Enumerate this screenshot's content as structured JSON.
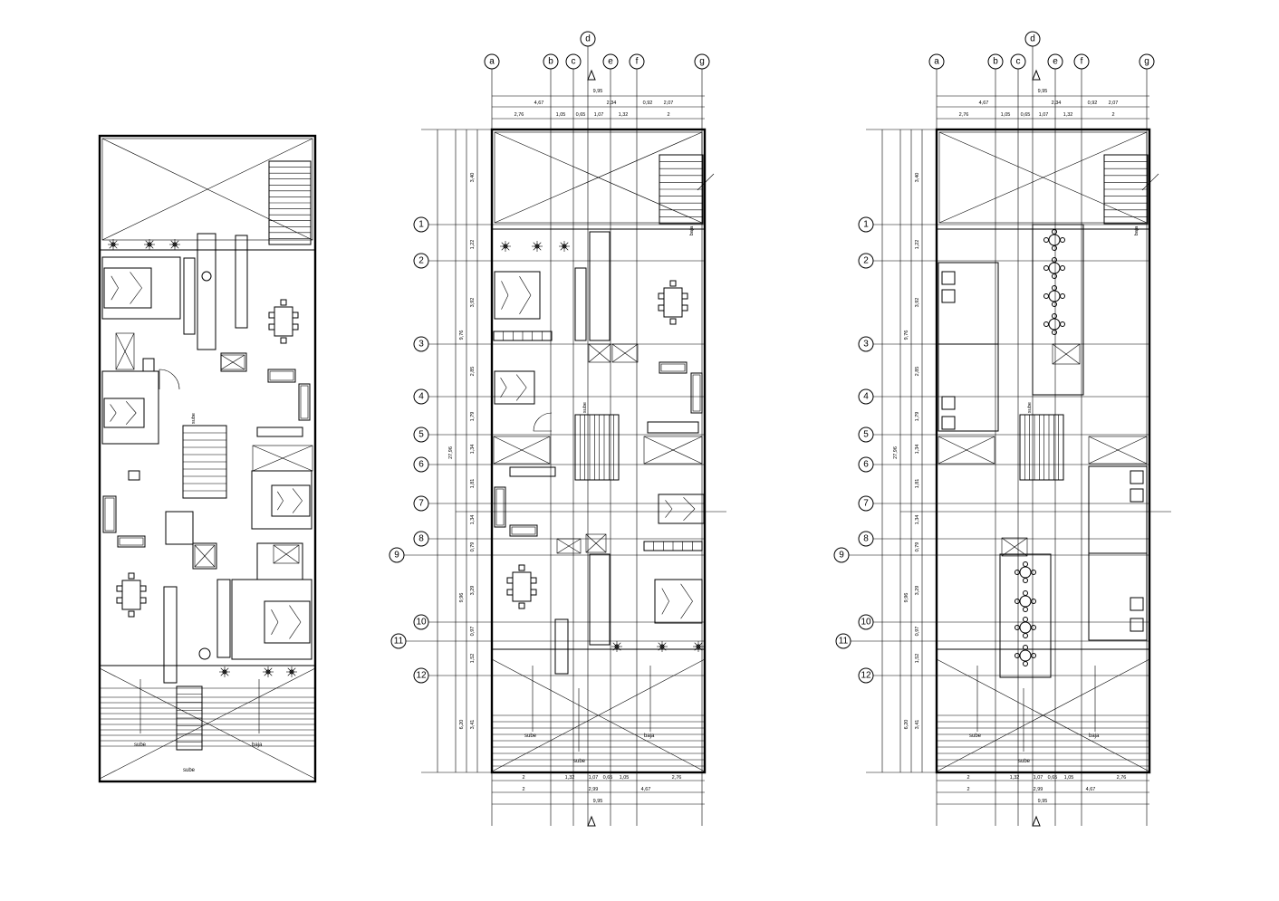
{
  "plans": [
    {
      "id": "plan-1",
      "labels": {
        "stair_up": "sube",
        "stair_up_2": "sube",
        "stair_down": "baja",
        "stair_up_3": "sube"
      }
    },
    {
      "id": "plan-2",
      "labels": {
        "stair_up": "sube",
        "stair_up_2": "sube",
        "stair_down": "baja",
        "stair_mid": "sube",
        "stair_top": "baja"
      }
    },
    {
      "id": "plan-3",
      "labels": {
        "stair_up": "sube",
        "stair_up_2": "sube",
        "stair_down": "baja",
        "stair_mid": "sube",
        "stair_top": "baja"
      }
    }
  ],
  "axes": {
    "columns": [
      "a",
      "b",
      "c",
      "d",
      "e",
      "f",
      "g"
    ],
    "rows": [
      "1",
      "2",
      "3",
      "4",
      "5",
      "6",
      "7",
      "8",
      "9",
      "10",
      "11",
      "12"
    ]
  },
  "dimensions": {
    "top_total": "9,95",
    "top_row1": [
      "4,67",
      "2,34",
      "0,92",
      "2,07"
    ],
    "top_row2": [
      "2,76",
      "1,05",
      "0,65",
      "1,07",
      "1,32",
      "2"
    ],
    "bottom_row1": [
      "2",
      "1,32",
      "1,07",
      "0,65",
      "1,05",
      "2,76"
    ],
    "bottom_row2": [
      "2",
      "2,99",
      "4,67"
    ],
    "bottom_total": "9,95",
    "left_total": "27,96",
    "left_sub": "9,76",
    "left_sub2": "9,96",
    "left_sub3": "6,20",
    "left_segments": [
      "3,40",
      "1,22",
      "3,92",
      "2,85",
      "1,79",
      "1,34",
      "1,81",
      "1,34",
      "0,79",
      "3,29",
      "0,97",
      "1,52",
      "3,41"
    ]
  }
}
